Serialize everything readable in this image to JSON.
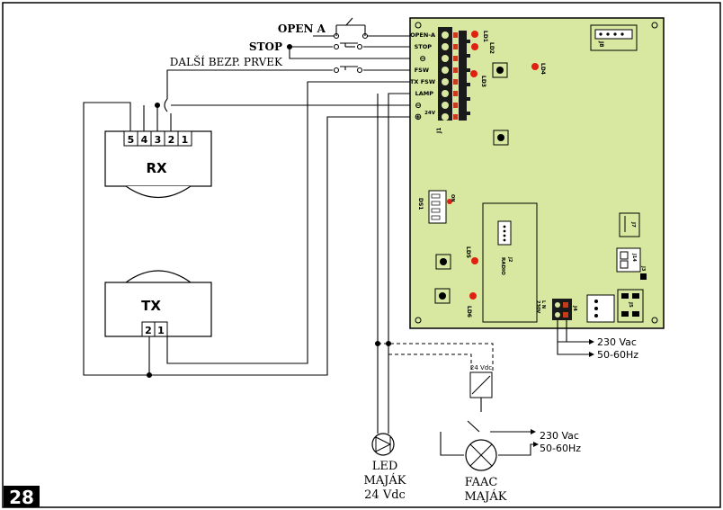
{
  "page_number": "28",
  "inputs": {
    "open_a": "OPEN A",
    "stop": "STOP",
    "dalsi": "DALŠÍ BEZP. PRVEK"
  },
  "devices": {
    "rx": "RX",
    "tx": "TX",
    "rx_terminals": [
      "5",
      "4",
      "3",
      "2",
      "1"
    ],
    "tx_terminals": [
      "2",
      "1"
    ]
  },
  "board": {
    "terminal_labels": [
      "OPEN-A",
      "STOP",
      "⊖",
      "FSW",
      "-TX FSW",
      "LAMP",
      "⊖",
      "⊕"
    ],
    "v24": "24V",
    "j1": "J1",
    "ld1": "LD1",
    "ld2": "LD2",
    "ld3": "LD3",
    "ld4": "LD4",
    "ld5": "LD5",
    "ld6": "LD6",
    "ds1": "DS1",
    "on": "ON",
    "j8": "J8",
    "j7": "J7",
    "j14": "J14",
    "j3": "J3",
    "radio": "RADIO",
    "j4": "J4",
    "j5": "J5",
    "ln": "L  N",
    "v230": "230V"
  },
  "power": {
    "mains_top_1": "230 Vac",
    "mains_top_2": "50-60Hz",
    "relay": "24 Vdc",
    "mains_bottom_1": "230 Vac",
    "mains_bottom_2": "50-60Hz"
  },
  "lamps": {
    "led_1": "LED",
    "led_2": "MAJÁK",
    "led_3": "24 Vdc",
    "faac_1": "FAAC",
    "faac_2": "MAJÁK"
  }
}
